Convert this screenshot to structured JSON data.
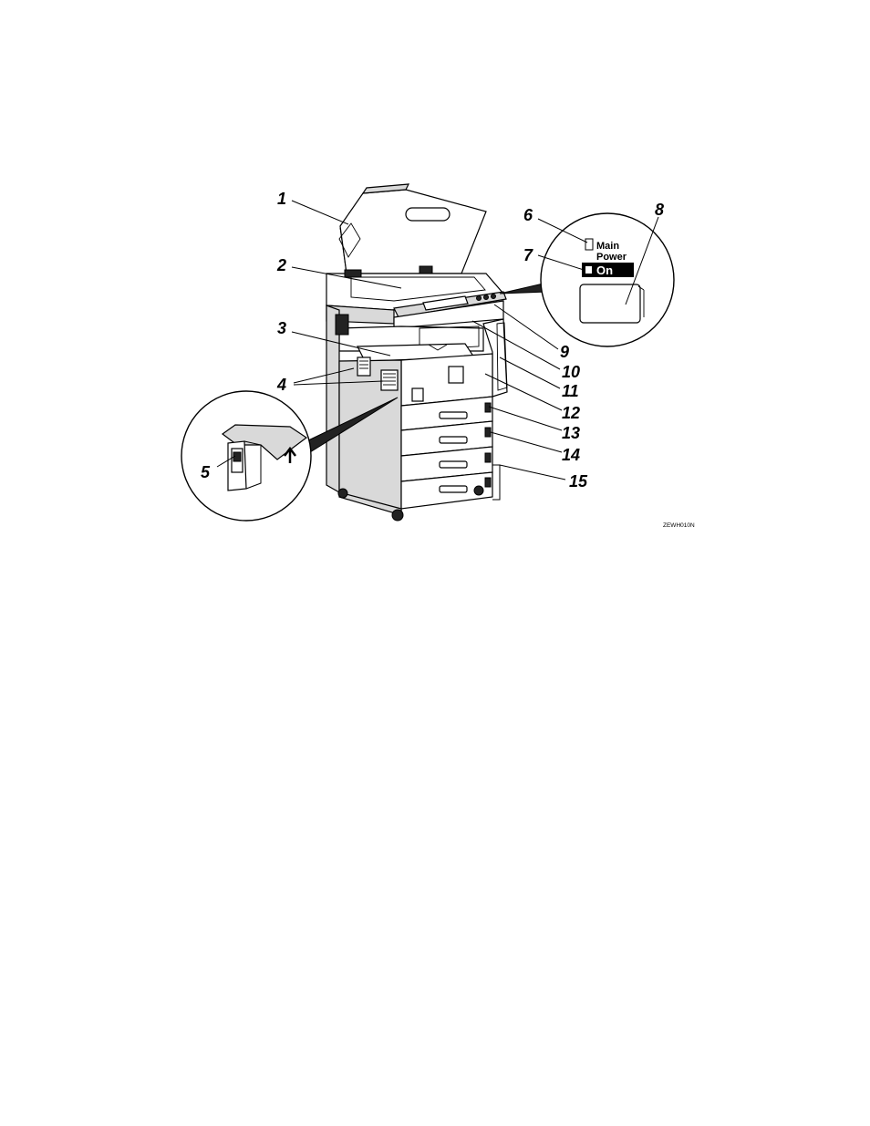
{
  "callouts": [
    "1",
    "2",
    "3",
    "4",
    "5",
    "6",
    "7",
    "8",
    "9",
    "10",
    "11",
    "12",
    "13",
    "14",
    "15"
  ],
  "switch_panel": {
    "line1": "Main",
    "line2": "Power",
    "on_label": "On"
  },
  "figure_code": "ZEWH010N"
}
